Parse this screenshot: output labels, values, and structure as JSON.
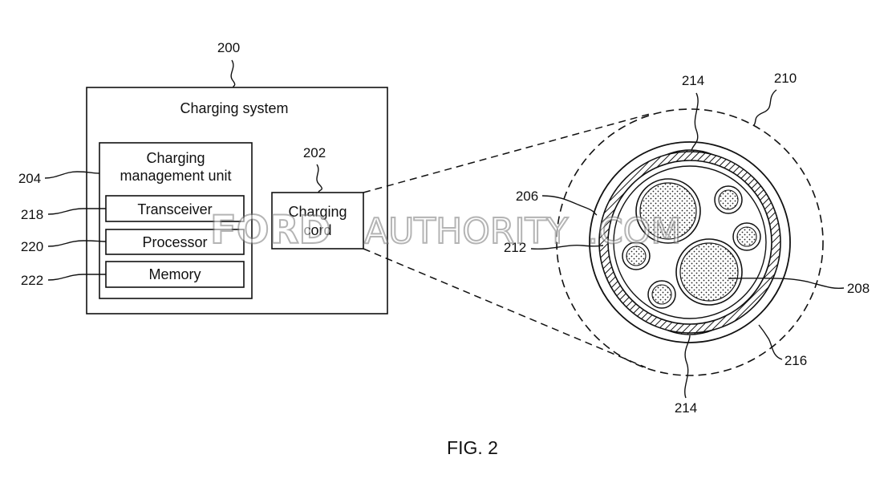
{
  "figure": {
    "caption": "FIG. 2",
    "system": {
      "ref": "200",
      "title": "Charging system",
      "management_unit": {
        "ref": "204",
        "title_line1": "Charging",
        "title_line2": "management unit",
        "components": [
          {
            "ref": "218",
            "label": "Transceiver"
          },
          {
            "ref": "220",
            "label": "Processor"
          },
          {
            "ref": "222",
            "label": "Memory"
          }
        ]
      },
      "cord": {
        "ref": "202",
        "label_line1": "Charging",
        "label_line2": "cord"
      }
    },
    "cross_section": {
      "ref_outer": "210",
      "ref_top_pad": "214",
      "ref_bottom_pad": "214",
      "ref_jacket": "206",
      "ref_shield": "212",
      "ref_conductor": "208",
      "ref_sheath": "216"
    }
  },
  "watermark": {
    "part1": "FORD",
    "part2": "AUTHORITY",
    "part3": ".COM"
  },
  "colors": {
    "line": "#111111",
    "watermark": "#9a9a9a"
  }
}
